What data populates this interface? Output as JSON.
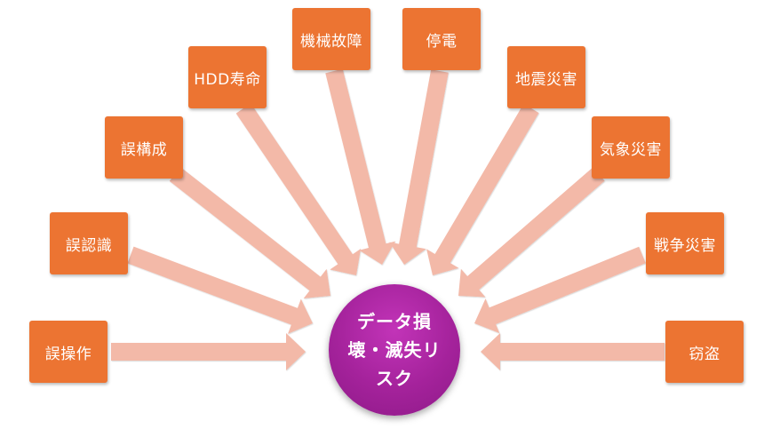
{
  "center": {
    "label": "データ損壊・滅失リスク"
  },
  "causes": [
    {
      "id": "misoperation",
      "label": "誤操作"
    },
    {
      "id": "misrecognition",
      "label": "誤認識"
    },
    {
      "id": "misconfiguration",
      "label": "誤構成"
    },
    {
      "id": "hdd-lifespan",
      "label": "HDD寿命"
    },
    {
      "id": "mechanical-failure",
      "label": "機械故障"
    },
    {
      "id": "power-outage",
      "label": "停電"
    },
    {
      "id": "earthquake-disaster",
      "label": "地震災害"
    },
    {
      "id": "weather-disaster",
      "label": "気象災害"
    },
    {
      "id": "war-disaster",
      "label": "戦争災害"
    },
    {
      "id": "theft",
      "label": "窃盗"
    }
  ],
  "colors": {
    "box_fill": "#ec7432",
    "arrow_fill": "#f3b9a8",
    "center_fill": "#a4229b",
    "text": "#ffffff"
  }
}
